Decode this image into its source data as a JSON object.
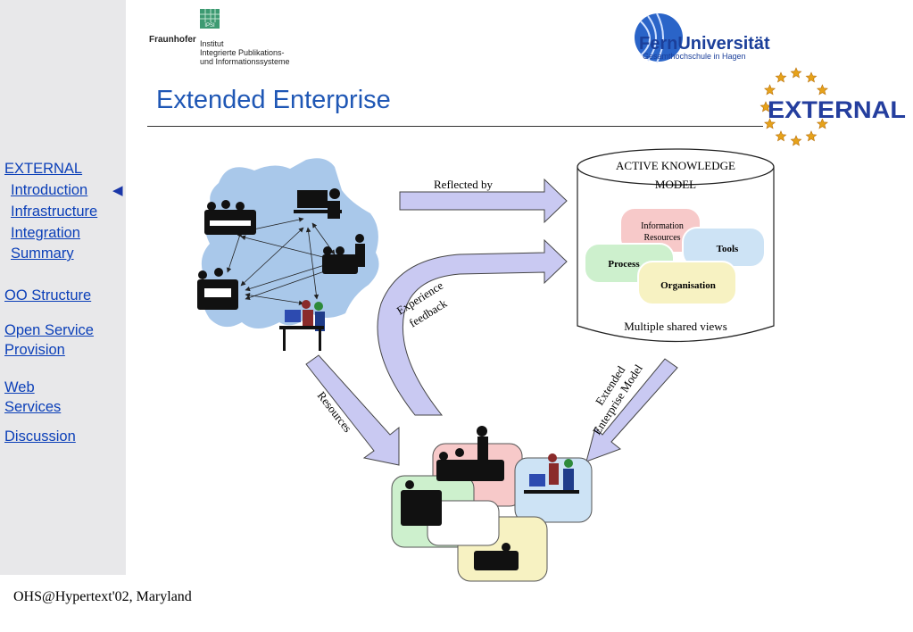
{
  "sidebar": {
    "items": [
      {
        "label": "EXTERNAL",
        "level": "main",
        "current": true
      },
      {
        "label": "Introduction",
        "level": "sub",
        "current": true
      },
      {
        "label": "Infrastructure",
        "level": "sub"
      },
      {
        "label": "Integration",
        "level": "sub"
      },
      {
        "label": "Summary",
        "level": "sub"
      },
      {
        "label": "OO Structure",
        "level": "main"
      },
      {
        "label": "Open Service",
        "level": "main"
      },
      {
        "label": "Provision",
        "level": "main"
      },
      {
        "label": "Web",
        "level": "main"
      },
      {
        "label": "Services",
        "level": "main"
      },
      {
        "label": "Discussion",
        "level": "main"
      }
    ],
    "current_marker": "◀"
  },
  "header": {
    "fraunhofer": {
      "brand": "Fraunhofer",
      "line1": "Institut",
      "line2": "Integrierte Publikations-",
      "line3": "und Informationssysteme",
      "badge": "IPSI"
    },
    "fernuni": {
      "name": "FernUniversität",
      "sub": "Gesamthochschule in Hagen"
    },
    "external_logo": "EXTERNAL",
    "title": "Extended Enterprise"
  },
  "diagram": {
    "reflected_by": "Reflected by",
    "experience_feedback_1": "Experience",
    "experience_feedback_2": "feedback",
    "resources": "Resources",
    "extended_model_1": "Extended",
    "extended_model_2": "Enterprise Model",
    "akm_title_1": "ACTIVE KNOWLEDGE",
    "akm_title_2": "MODEL",
    "pieces": {
      "info_1": "Information",
      "info_2": "Resources",
      "tools": "Tools",
      "process": "Process",
      "organisation": "Organisation"
    },
    "multiple_views": "Multiple shared views"
  },
  "footer": {
    "text": "OHS@Hypertext'02, Maryland"
  },
  "colors": {
    "title": "#1f57b5",
    "link": "#0b3fb8",
    "arrow_fill": "#c9c9f2",
    "europe": "#a9c8ea"
  }
}
